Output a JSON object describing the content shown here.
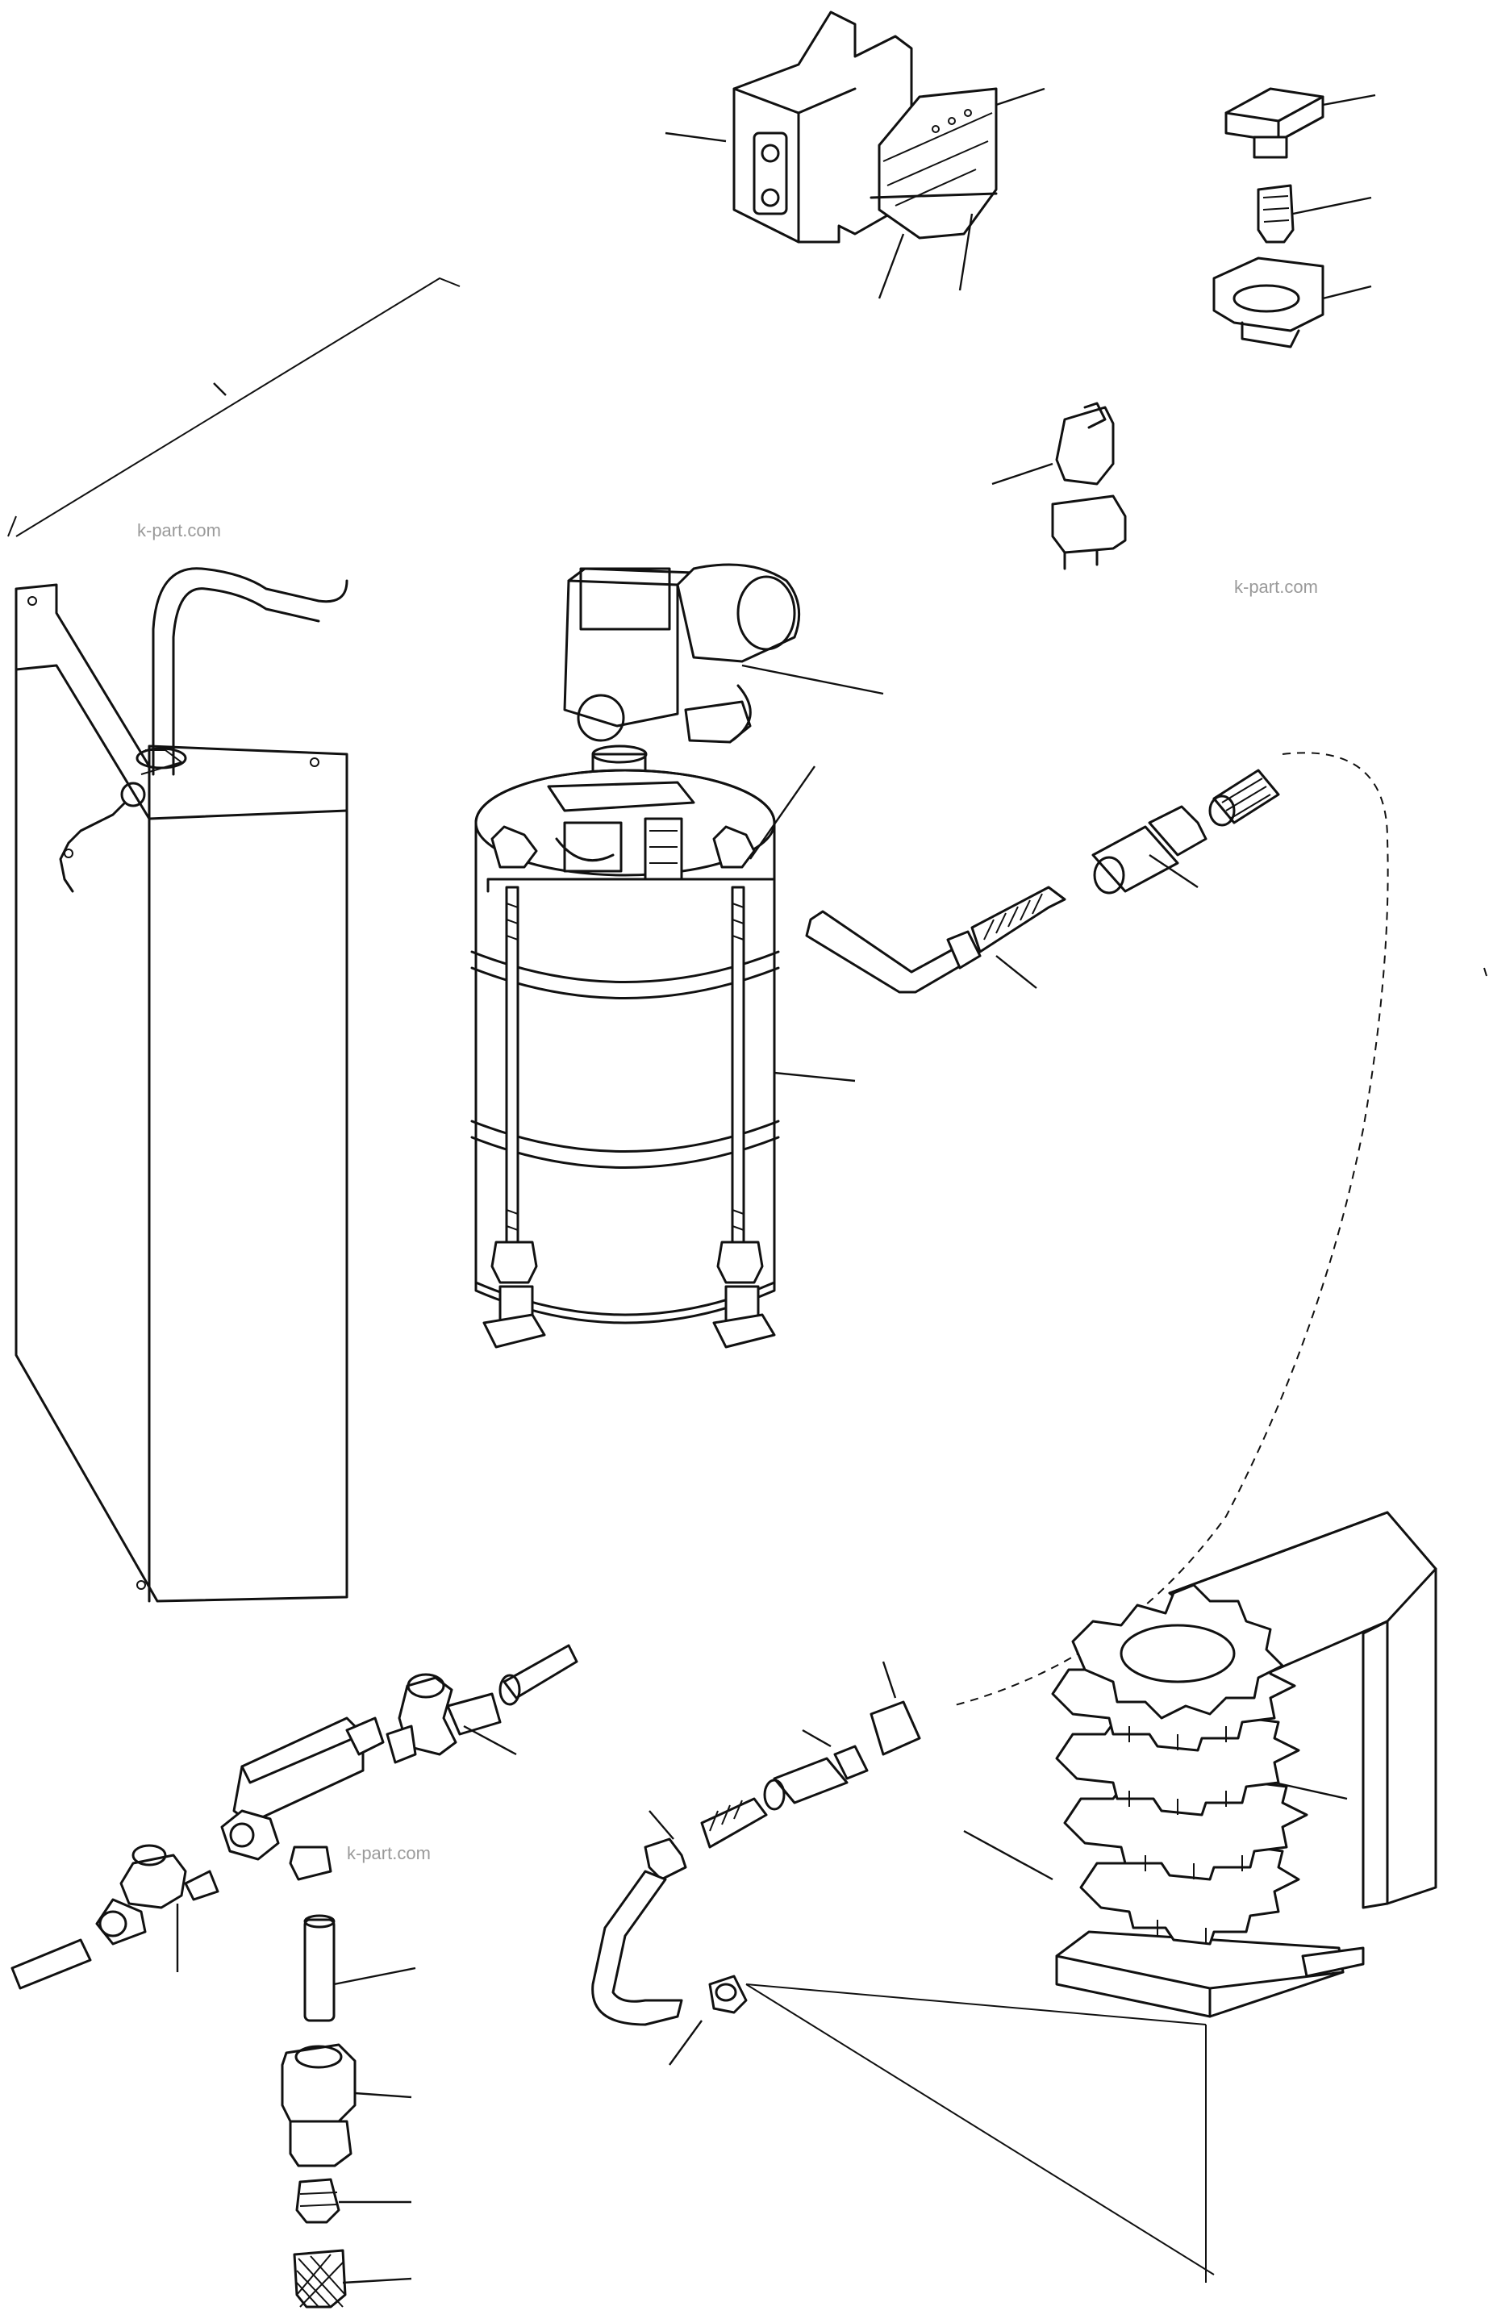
{
  "watermarks": [
    "k-part.com",
    "k-part.com",
    "k-part.com"
  ],
  "colors": {
    "line": "#111111",
    "paper": "#ffffff",
    "watermark": "#9a9a9a"
  }
}
